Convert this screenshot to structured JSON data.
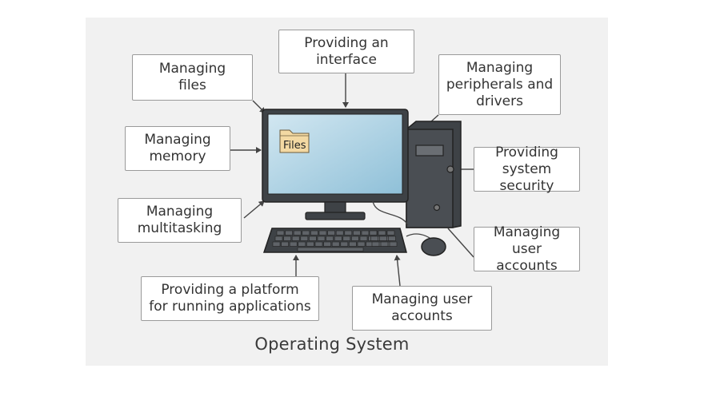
{
  "diagram": {
    "title": "Operating System",
    "folder_label": "Files",
    "functions": {
      "managing_files": "Managing\nfiles",
      "providing_interface": "Providing an\ninterface",
      "managing_peripherals": "Managing\nperipherals and\ndrivers",
      "managing_memory": "Managing\nmemory",
      "providing_security": "Providing\nsystem security",
      "managing_multitasking": "Managing\nmultitasking",
      "managing_user_accounts_right": "Managing\nuser accounts",
      "providing_platform": "Providing a platform\nfor running applications",
      "managing_user_accounts_bottom": "Managing user\naccounts"
    },
    "colors": {
      "screen_top": "#d2e7f1",
      "screen_bottom": "#8fc0d8",
      "device_dark": "#3e4246",
      "box_border": "#9a9a9a",
      "folder": "#f3d9a3"
    }
  }
}
